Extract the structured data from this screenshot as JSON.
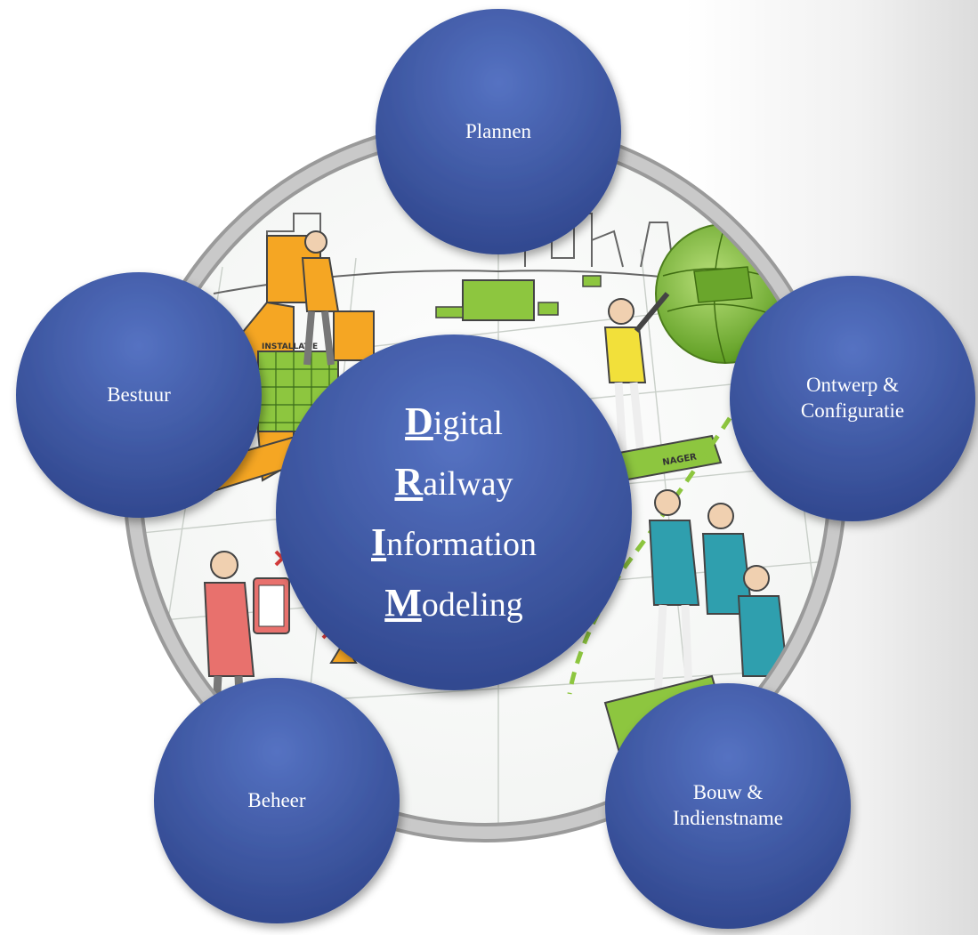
{
  "diagram": {
    "center": {
      "lines": [
        {
          "initial": "D",
          "rest": "igital"
        },
        {
          "initial": "R",
          "rest": "ailway"
        },
        {
          "initial": "I",
          "rest": "nformation"
        },
        {
          "initial": "M",
          "rest": "odeling"
        }
      ]
    },
    "nodes": {
      "top": "Plannen",
      "right": "Ontwerp &\nConfiguratie",
      "bottom_right": "Bouw &\nIndienstname",
      "bottom_left": "Beheer",
      "left": "Bestuur"
    },
    "illustration_labels": {
      "installatie": "INSTALLATIE",
      "nager": "NAGER"
    },
    "colors": {
      "node_fill": "#4a66b3",
      "node_fill_dark": "#344f9a",
      "ring": "#b8b8b8",
      "green": "#8dc63f",
      "orange": "#f5a623",
      "teal": "#2f9fae",
      "red": "#d63b3b"
    }
  }
}
